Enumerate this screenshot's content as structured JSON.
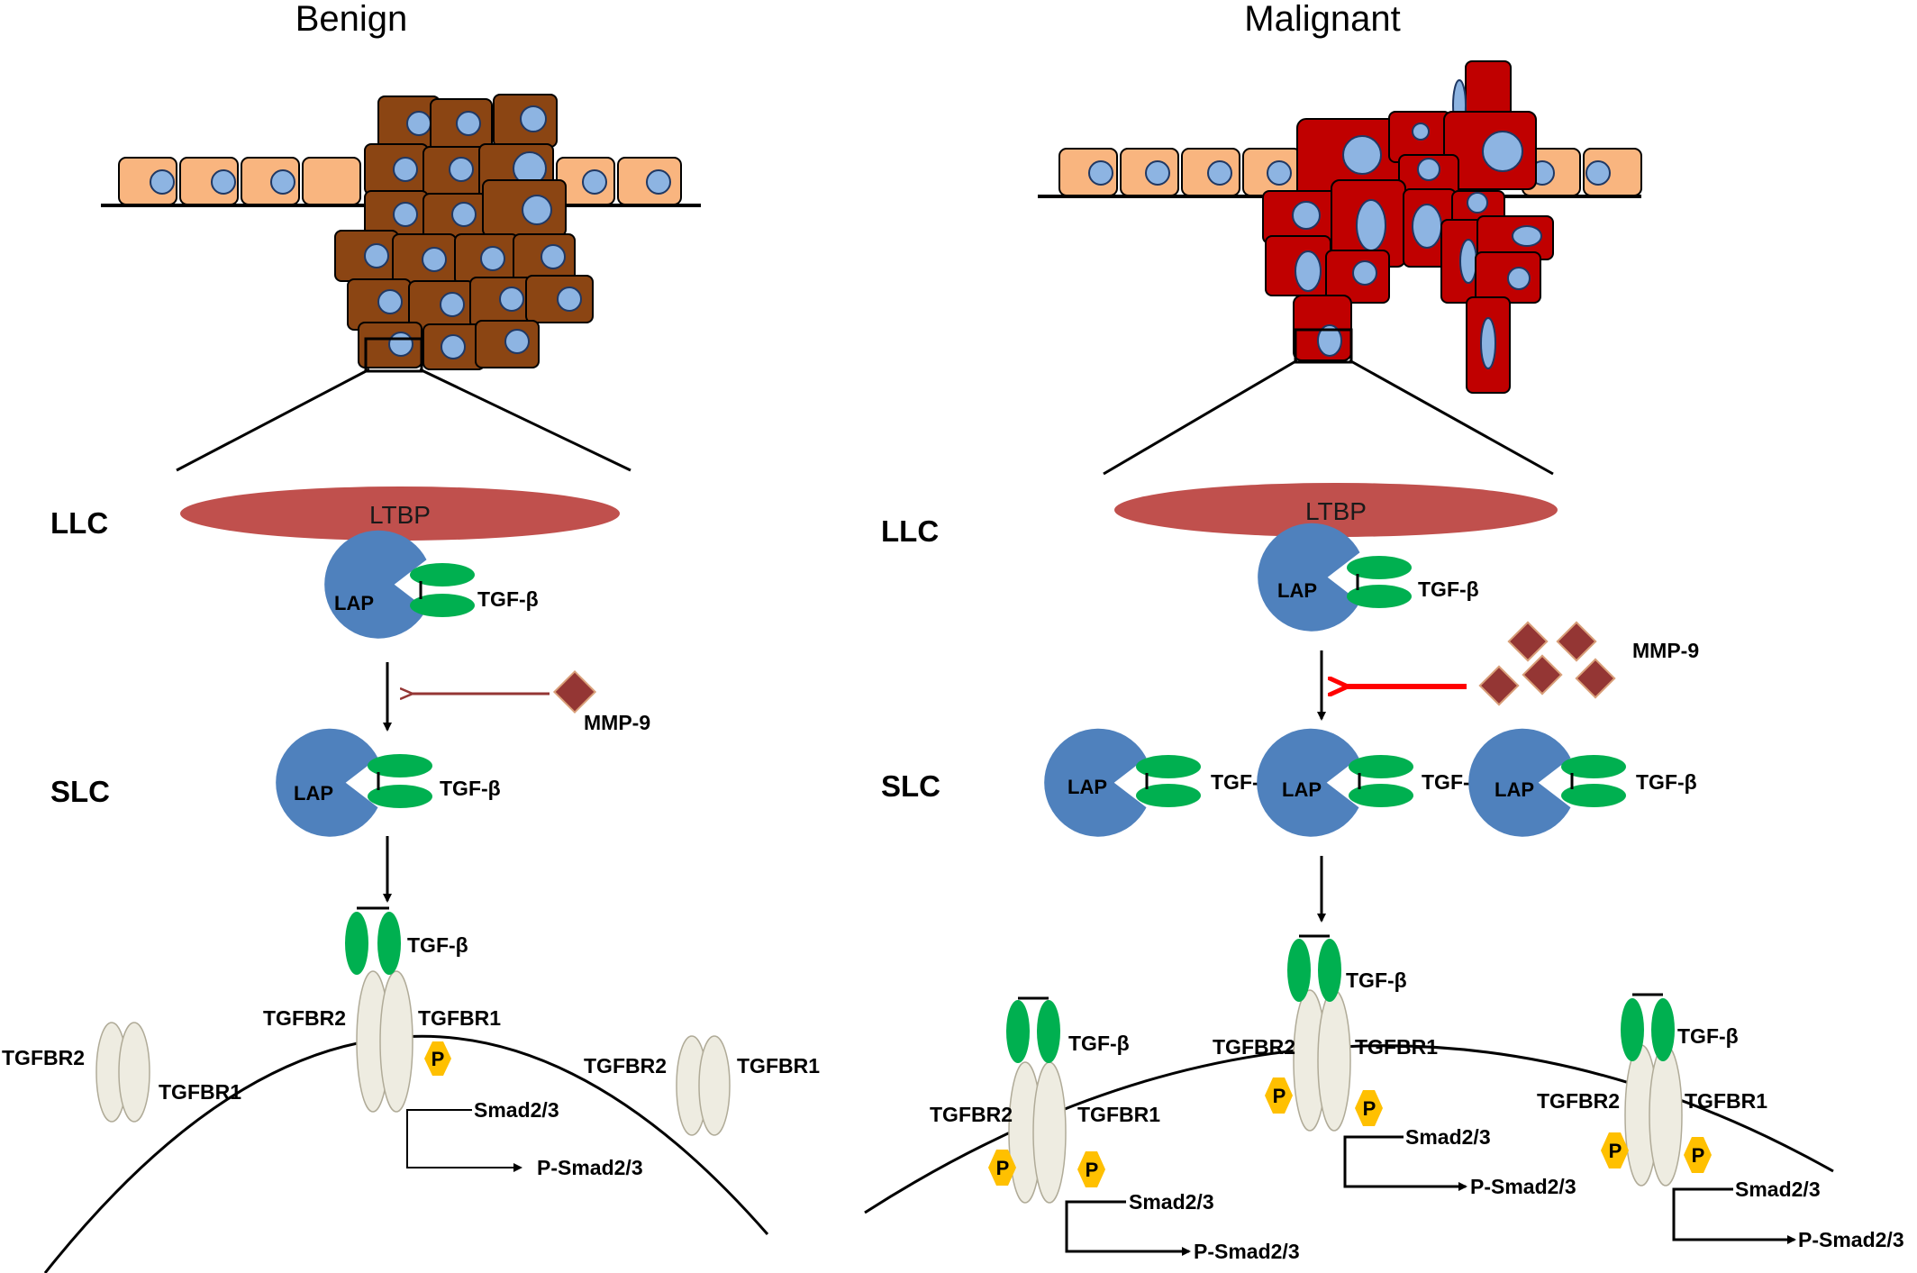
{
  "panels": {
    "benign": {
      "title": "Benign",
      "llc_label": "LLC",
      "slc_label": "SLC",
      "ltbp": "LTBP",
      "lap": "LAP",
      "tgfb": "TGF-β",
      "mmp9": "MMP-9",
      "tgfbr2": "TGFBR2",
      "tgfbr1": "TGFBR1",
      "phospho": "P",
      "smad": "Smad2/3",
      "p_smad": "P-Smad2/3"
    },
    "malignant": {
      "title": "Malignant",
      "llc_label": "LLC",
      "slc_label": "SLC",
      "ltbp": "LTBP",
      "lap": "LAP",
      "tgfb": "TGF-β",
      "mmp9": "MMP-9",
      "tgfbr2": "TGFBR2",
      "tgfbr1": "TGFBR1",
      "phospho": "P",
      "smad": "Smad2/3",
      "p_smad": "P-Smad2/3"
    }
  },
  "colors": {
    "normal_cell": "#f9b57f",
    "benign_cell": "#8b4513",
    "malignant_cell": "#c00000",
    "nucleus": "#8db4e2",
    "ltbp": "#c0504d",
    "lap": "#4f81bd",
    "tgfb": "#00b050",
    "receptor": "#eeece1",
    "phospho": "#ffc000",
    "mmp9": "#943634",
    "mmp_arrow_benign": "#943634",
    "mmp_arrow_malignant": "#ff0000"
  }
}
